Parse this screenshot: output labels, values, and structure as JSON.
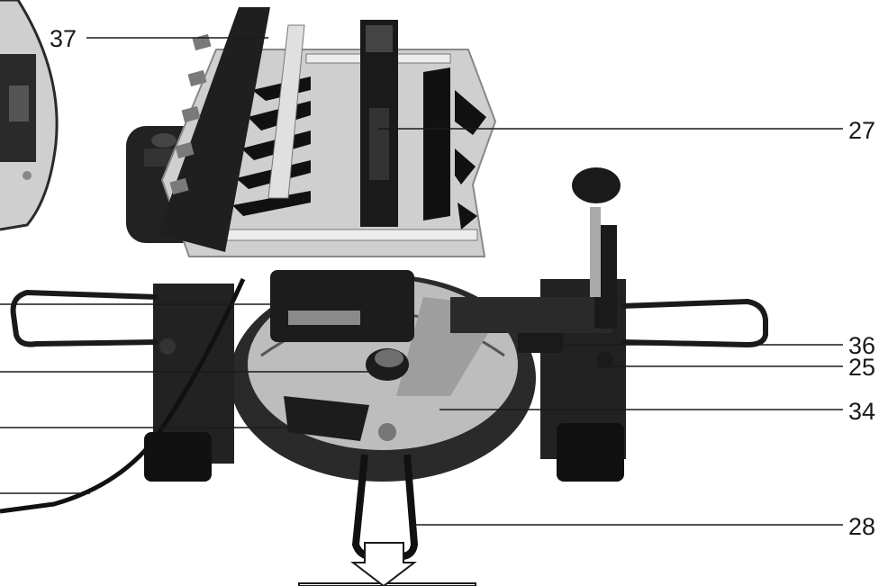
{
  "callouts": {
    "c37": "37",
    "c27": "27",
    "c36": "36",
    "c25": "25",
    "c34": "34",
    "c28": "28"
  },
  "colors": {
    "line": "#1a1a1a",
    "machine_dark": "#1c1c1c",
    "machine_mid": "#3a3a3a",
    "metal": "#bdbdbd",
    "metal_light": "#d9d9d9",
    "background": "#ffffff"
  }
}
